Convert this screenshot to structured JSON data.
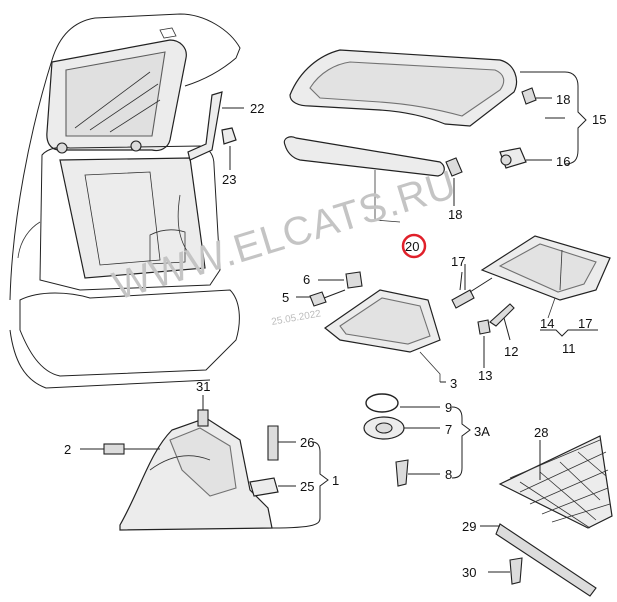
{
  "watermark": {
    "text": "WWW.ELCATS.RU",
    "date": "25.05.2022"
  },
  "callouts": [
    {
      "id": "c22",
      "text": "22"
    },
    {
      "id": "c23",
      "text": "23"
    },
    {
      "id": "c18a",
      "text": "18"
    },
    {
      "id": "c15",
      "text": "15"
    },
    {
      "id": "c16",
      "text": "16"
    },
    {
      "id": "c18b",
      "text": "18"
    },
    {
      "id": "c20",
      "text": "20"
    },
    {
      "id": "c17a",
      "text": "17"
    },
    {
      "id": "c6",
      "text": "6"
    },
    {
      "id": "c5",
      "text": "5"
    },
    {
      "id": "c14",
      "text": "14"
    },
    {
      "id": "c17b",
      "text": "17"
    },
    {
      "id": "c11",
      "text": "11"
    },
    {
      "id": "c12",
      "text": "12"
    },
    {
      "id": "c13",
      "text": "13"
    },
    {
      "id": "c3",
      "text": "3"
    },
    {
      "id": "c31",
      "text": "31"
    },
    {
      "id": "c9",
      "text": "9"
    },
    {
      "id": "c7",
      "text": "7"
    },
    {
      "id": "c3A",
      "text": "3A"
    },
    {
      "id": "c28",
      "text": "28"
    },
    {
      "id": "c2",
      "text": "2"
    },
    {
      "id": "c26",
      "text": "26"
    },
    {
      "id": "c25",
      "text": "25"
    },
    {
      "id": "c1",
      "text": "1"
    },
    {
      "id": "c8",
      "text": "8"
    },
    {
      "id": "c29",
      "text": "29"
    },
    {
      "id": "c30",
      "text": "30"
    }
  ]
}
